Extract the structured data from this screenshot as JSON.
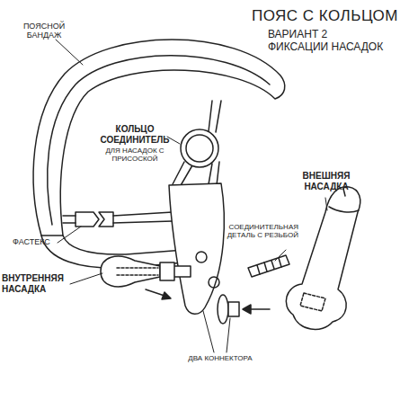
{
  "diagram": {
    "title": "ПОЯС С КОЛЬЦОМ",
    "labels": [
      "ВАРИАНТ 2 ФИКСАЦИИ НАСАДОК",
      "ПОЯСНОЙ БАНДАЖ",
      "КОЛЬЦО СОЕДИНИТЕЛЬ",
      "ДЛЯ НАСАДОК С ПРИСОСКОЙ",
      "ВНЕШНЯЯ НАСАДКА",
      "СОЕДИНИТЕЛЬНАЯ ДЕТАЛЬ С РЕЗЬБОЙ",
      "ФАСТЕКС",
      "ВНУТРЕННЯЯ НАСАДКА",
      "ДВА КОННЕКТОРА"
    ]
  }
}
